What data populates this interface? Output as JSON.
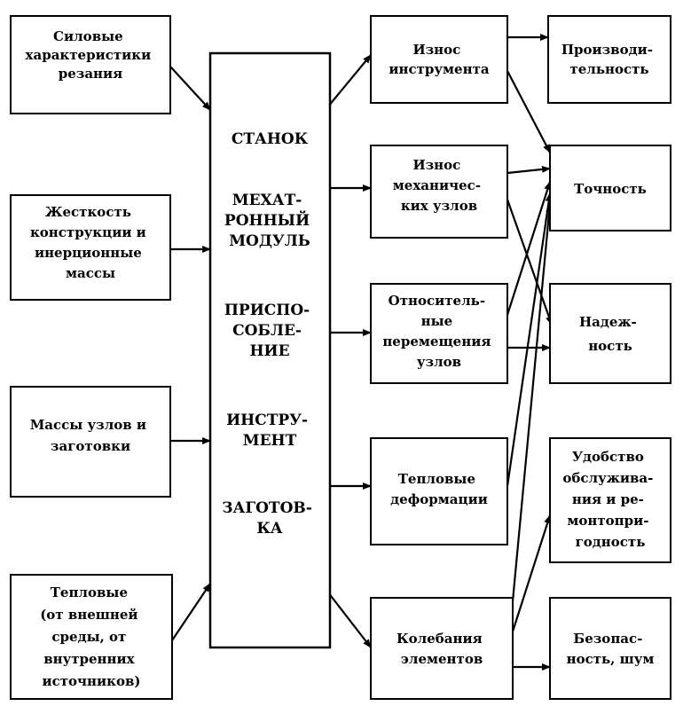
{
  "inputs": [
    {
      "id": "cutting-forces",
      "lines": [
        "Силовые",
        "характеристики",
        "резания"
      ]
    },
    {
      "id": "rigidity",
      "lines": [
        "Жесткость",
        "конструкции и",
        "инерционные",
        "массы"
      ]
    },
    {
      "id": "masses",
      "lines": [
        "Массы узлов и",
        "заготовки"
      ]
    },
    {
      "id": "thermal-sources",
      "lines": [
        "Тепловые",
        "(от внешней",
        "среды, от",
        "внутренних",
        "источников)"
      ]
    }
  ],
  "system": {
    "components": [
      {
        "id": "machine",
        "lines": [
          "СТАНОК"
        ]
      },
      {
        "id": "mechatronic-module",
        "lines": [
          "МЕХАТ-",
          "РОННЫЙ",
          "МОДУЛЬ"
        ]
      },
      {
        "id": "fixture",
        "lines": [
          "ПРИСПО-",
          "СОБЛЕ-",
          "НИЕ"
        ]
      },
      {
        "id": "tool",
        "lines": [
          "ИНСТРУ-",
          "МЕНТ"
        ]
      },
      {
        "id": "workpiece",
        "lines": [
          "ЗАГОТОВ-",
          "КА"
        ]
      }
    ]
  },
  "effects": [
    {
      "id": "tool-wear",
      "lines": [
        "Износ",
        "инструмента"
      ]
    },
    {
      "id": "mechanical-wear",
      "lines": [
        "Износ",
        "механичес-",
        "ких узлов"
      ]
    },
    {
      "id": "relative-displacement",
      "lines": [
        "Относитель-",
        "ные",
        "перемещения",
        "узлов"
      ]
    },
    {
      "id": "thermal-deformation",
      "lines": [
        "Тепловые",
        "деформации"
      ]
    },
    {
      "id": "vibration",
      "lines": [
        "Колебания",
        "элементов"
      ]
    }
  ],
  "outcomes": [
    {
      "id": "productivity",
      "lines": [
        "Производи-",
        "тельность"
      ]
    },
    {
      "id": "accuracy",
      "lines": [
        "Точность"
      ]
    },
    {
      "id": "reliability",
      "lines": [
        "Надеж-",
        "ность"
      ]
    },
    {
      "id": "maintainability",
      "lines": [
        "Удобство",
        "обслужива-",
        "ния и ре-",
        "монтопри-",
        "годность"
      ]
    },
    {
      "id": "safety-noise",
      "lines": [
        "Безопас-",
        "ность, шум"
      ]
    }
  ],
  "connections": [
    {
      "from": "cutting-forces",
      "to": "system"
    },
    {
      "from": "rigidity",
      "to": "system"
    },
    {
      "from": "masses",
      "to": "system"
    },
    {
      "from": "thermal-sources",
      "to": "system"
    },
    {
      "from": "system",
      "to": "tool-wear"
    },
    {
      "from": "system",
      "to": "mechanical-wear"
    },
    {
      "from": "system",
      "to": "relative-displacement"
    },
    {
      "from": "system",
      "to": "thermal-deformation"
    },
    {
      "from": "system",
      "to": "vibration"
    },
    {
      "from": "tool-wear",
      "to": "productivity"
    },
    {
      "from": "tool-wear",
      "to": "accuracy"
    },
    {
      "from": "mechanical-wear",
      "to": "accuracy"
    },
    {
      "from": "mechanical-wear",
      "to": "reliability"
    },
    {
      "from": "relative-displacement",
      "to": "accuracy"
    },
    {
      "from": "relative-displacement",
      "to": "reliability"
    },
    {
      "from": "thermal-deformation",
      "to": "accuracy"
    },
    {
      "from": "vibration",
      "to": "accuracy"
    },
    {
      "from": "vibration",
      "to": "maintainability"
    },
    {
      "from": "vibration",
      "to": "safety-noise"
    }
  ]
}
